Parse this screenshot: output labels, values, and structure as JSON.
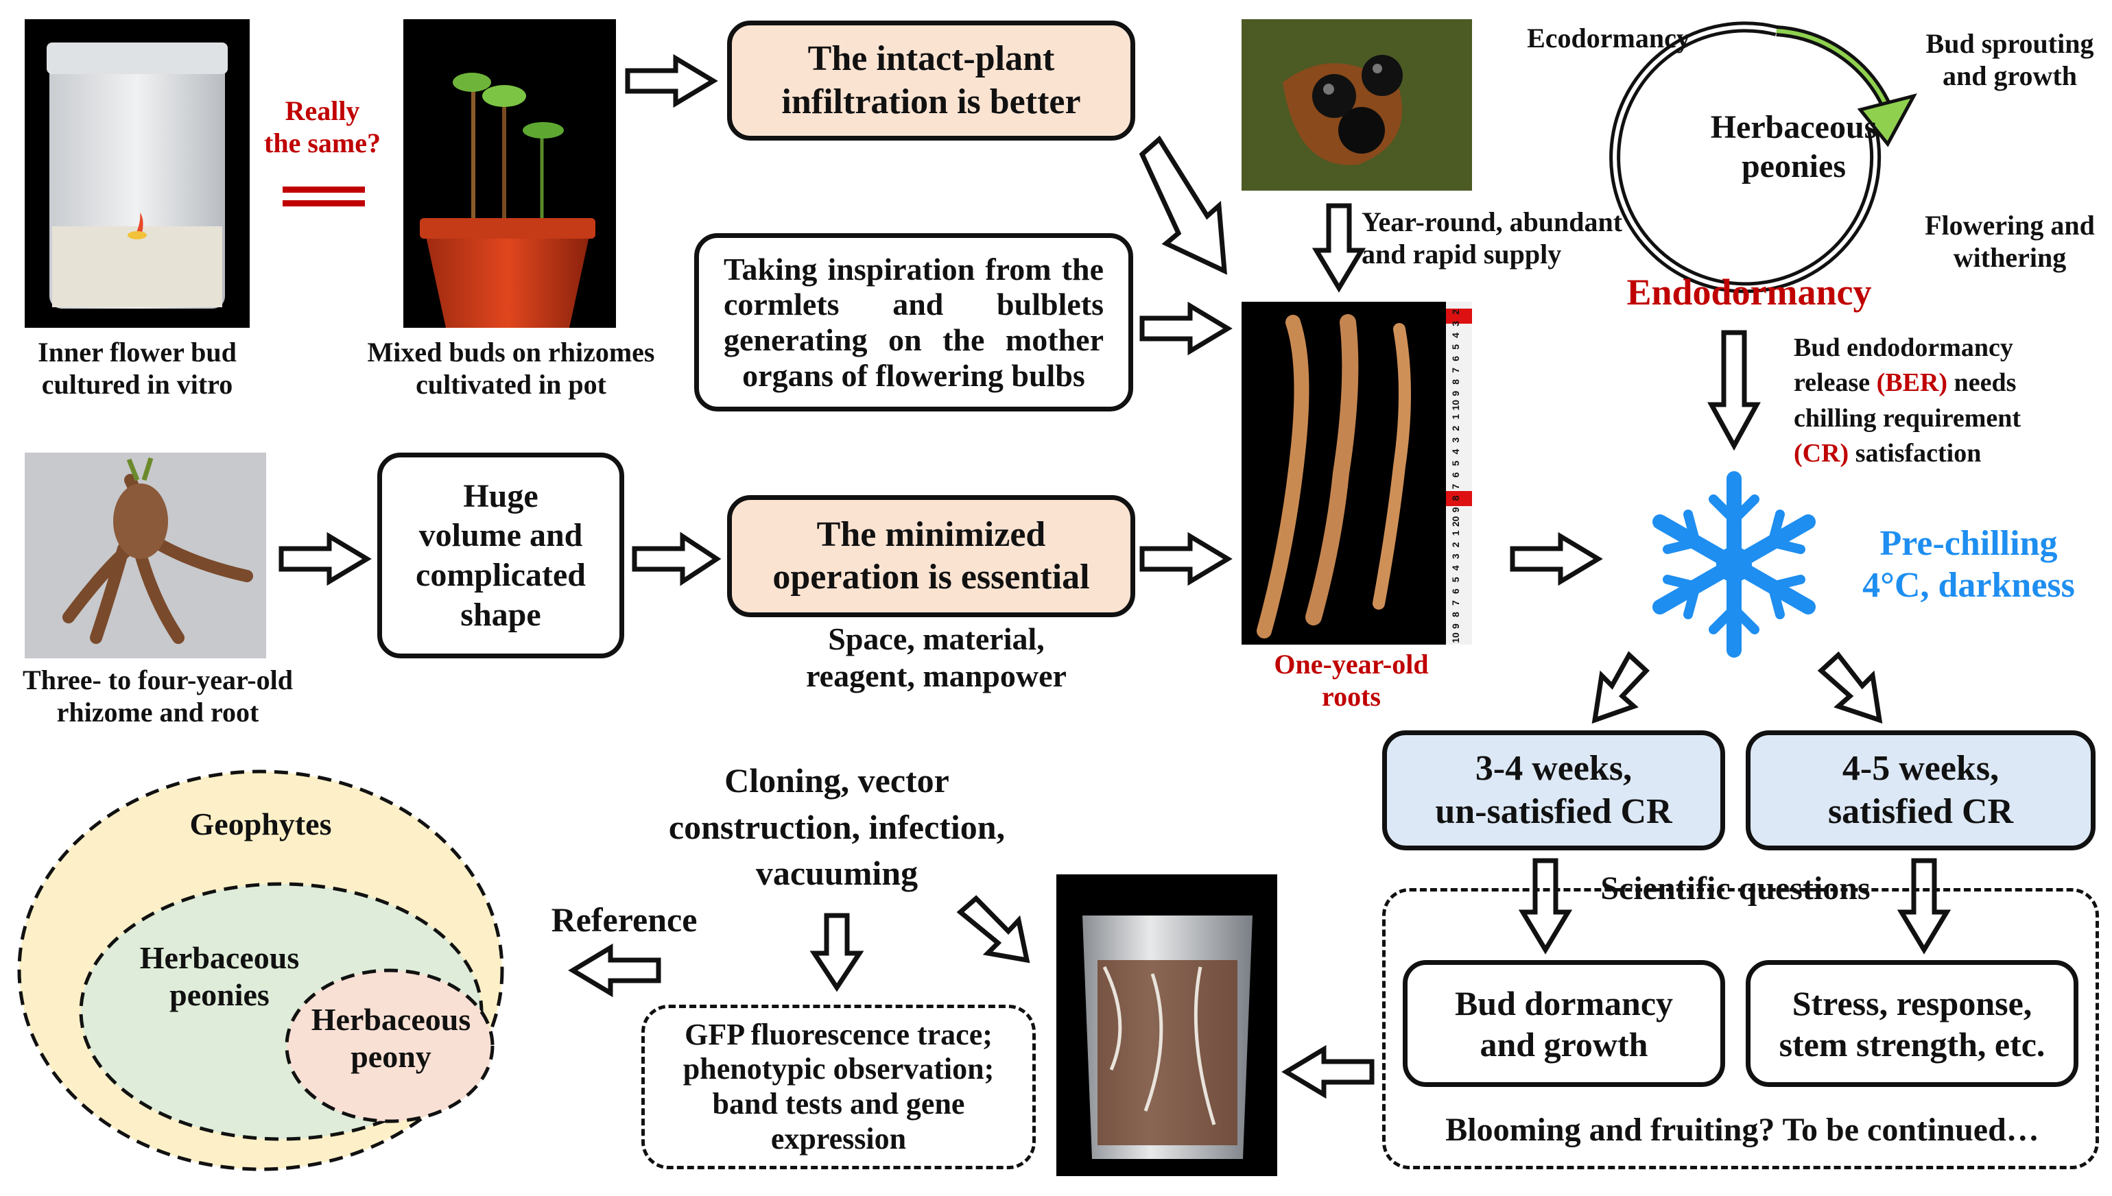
{
  "labels": {
    "inner_bud": "Inner flower bud\ncultured in vitro",
    "mixed_buds": "Mixed buds on rhizomes\ncultivated in pot",
    "really_same": "Really\nthe same?",
    "rhizome": "Three- to four-year-old\nrhizome and root",
    "space_material": "Space, material,\nreagent, manpower",
    "one_year_roots": "One-year-old\nroots",
    "year_round": "Year-round, abundant\nand rapid supply",
    "ecodormancy": "Ecodormancy",
    "bud_sprouting": "Bud sprouting\nand growth",
    "flowering": "Flowering and\nwithering",
    "herbaceous_peonies_cycle": "Herbaceous\npeonies",
    "endodormancy": "Endodormancy",
    "ber_part1": "Bud endodormancy\nrelease ",
    "ber_abbr": "(BER)",
    "ber_part2": " needs\nchilling requirement\n",
    "cr_abbr": "(CR)",
    "ber_part3": " satisfaction",
    "prechilling": "Pre-chilling\n4°C, darkness",
    "scientific_questions": "Scientific questions",
    "blooming": "Blooming and fruiting? To be continued…",
    "cloning": "Cloning, vector\nconstruction, infection,\nvacuuming",
    "reference": "Reference",
    "geophytes": "Geophytes",
    "herbaceous_peonies_nested": "Herbaceous\npeonies",
    "herbaceous_peony": "Herbaceous\npeony"
  },
  "boxes": {
    "intact_plant": "The intact-plant\ninfiltration is better",
    "cormlets": "Taking inspiration from the cormlets and bulblets generating on the mother organs of flowering bulbs",
    "huge_volume": "Huge\nvolume and\ncomplicated\nshape",
    "minimized": "The minimized\noperation is essential",
    "weeks_34": "3-4 weeks,\nun-satisfied CR",
    "weeks_45": "4-5 weeks,\nsatisfied CR",
    "bud_dormancy": "Bud dormancy\nand growth",
    "stress": "Stress, response,\nstem strength, etc.",
    "gfp": "GFP fluorescence trace;\nphenotypic observation;\nband tests and gene\nexpression"
  },
  "ruler_ticks": [
    "2",
    "3",
    "4",
    "5",
    "6",
    "7",
    "8",
    "9",
    "10",
    "1",
    "2",
    "3",
    "4",
    "5",
    "6",
    "7",
    "8",
    "9",
    "20",
    "1",
    "2",
    "3",
    "4",
    "5",
    "6",
    "7",
    "8",
    "9",
    "10"
  ],
  "colors": {
    "peach_box": "#fbe3d2",
    "blue_box": "#dce8f5",
    "accent_red": "#c00000",
    "snow_blue": "#1e8ef0",
    "geophytes_fill": "#fdf0c8",
    "peonies_fill": "#deecd9",
    "peony_fill": "#f9e0d4"
  },
  "icons": [
    "snowflake-icon",
    "cycle-arrow-icon",
    "equals-sign-icon",
    "hollow-arrow-icon"
  ]
}
